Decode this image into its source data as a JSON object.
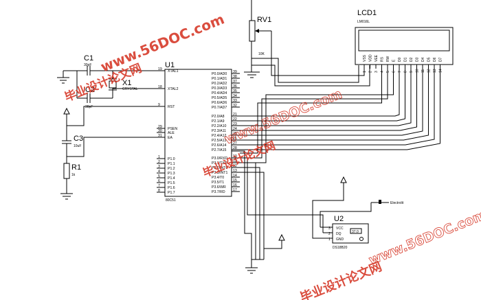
{
  "components": {
    "rv1": {
      "ref": "RV1",
      "value": "10K"
    },
    "lcd1": {
      "ref": "LCD1",
      "model": "LM016L",
      "pins": [
        "VSS",
        "VDD",
        "VEE",
        "RS",
        "RW",
        "E",
        "D0",
        "D1",
        "D2",
        "D3",
        "D4",
        "D5",
        "D6",
        "D7"
      ],
      "numbers": [
        "1",
        "2",
        "3",
        "4",
        "5",
        "6",
        "7",
        "8",
        "9",
        "10",
        "11",
        "12",
        "13",
        "14"
      ]
    },
    "c1": {
      "ref": "C1",
      "value": "30pF"
    },
    "c2": {
      "ref": "C2",
      "value": "30pF"
    },
    "x1": {
      "ref": "X1",
      "value": "CRYSTAL"
    },
    "c3": {
      "ref": "C3",
      "value": "10uF"
    },
    "r1": {
      "ref": "R1",
      "value": "1k"
    },
    "u1": {
      "ref": "U1",
      "model": "80C51",
      "left_pins": [
        {
          "name": "XTAL1",
          "num": "19"
        },
        {
          "name": "XTAL2",
          "num": "18"
        },
        {
          "name": "RST",
          "num": "9"
        },
        {
          "name": "PSEN",
          "num": "29"
        },
        {
          "name": "ALE",
          "num": "30"
        },
        {
          "name": "EA",
          "num": "31"
        },
        {
          "name": "P1.0",
          "num": "1"
        },
        {
          "name": "P1.1",
          "num": "2"
        },
        {
          "name": "P1.2",
          "num": "3"
        },
        {
          "name": "P1.3",
          "num": "4"
        },
        {
          "name": "P1.4",
          "num": "5"
        },
        {
          "name": "P1.5",
          "num": "6"
        },
        {
          "name": "P1.6",
          "num": "7"
        },
        {
          "name": "P1.7",
          "num": "8"
        }
      ],
      "right_pins": [
        {
          "name": "P0.0/AD0",
          "num": "39"
        },
        {
          "name": "P0.1/AD1",
          "num": "38"
        },
        {
          "name": "P0.2/AD2",
          "num": "37"
        },
        {
          "name": "P0.3/AD3",
          "num": "36"
        },
        {
          "name": "P0.4/AD4",
          "num": "35"
        },
        {
          "name": "P0.5/AD5",
          "num": "34"
        },
        {
          "name": "P0.6/AD6",
          "num": "33"
        },
        {
          "name": "P0.7/AD7",
          "num": "32"
        },
        {
          "name": "P2.0/A8",
          "num": "21"
        },
        {
          "name": "P2.1/A9",
          "num": "22"
        },
        {
          "name": "P2.2/A10",
          "num": "23"
        },
        {
          "name": "P2.3/A11",
          "num": "24"
        },
        {
          "name": "P2.4/A12",
          "num": "25"
        },
        {
          "name": "P2.5/A13",
          "num": "26"
        },
        {
          "name": "P2.6/A14",
          "num": "27"
        },
        {
          "name": "P2.7/A15",
          "num": "28"
        },
        {
          "name": "P3.0/RXD",
          "num": "10"
        },
        {
          "name": "P3.1/TXD",
          "num": "11"
        },
        {
          "name": "P3.2/INT0",
          "num": "12"
        },
        {
          "name": "P3.3/INT1",
          "num": "13"
        },
        {
          "name": "P3.4/T0",
          "num": "14"
        },
        {
          "name": "P3.5/T1",
          "num": "15"
        },
        {
          "name": "P3.6/WR",
          "num": "16"
        },
        {
          "name": "P3.7/RD",
          "num": "17"
        }
      ]
    },
    "u2": {
      "ref": "U2",
      "model": "DS18B20",
      "display": "37.0",
      "pins": [
        {
          "name": "VCC",
          "num": "3"
        },
        {
          "name": "DQ",
          "num": "2"
        },
        {
          "name": "GND",
          "num": "1"
        }
      ]
    }
  },
  "net_labels": {
    "ds18b20_dq": "Electrolit"
  },
  "watermarks": {
    "site": "www.56DOC.com",
    "brand": "毕业设计论文网"
  }
}
